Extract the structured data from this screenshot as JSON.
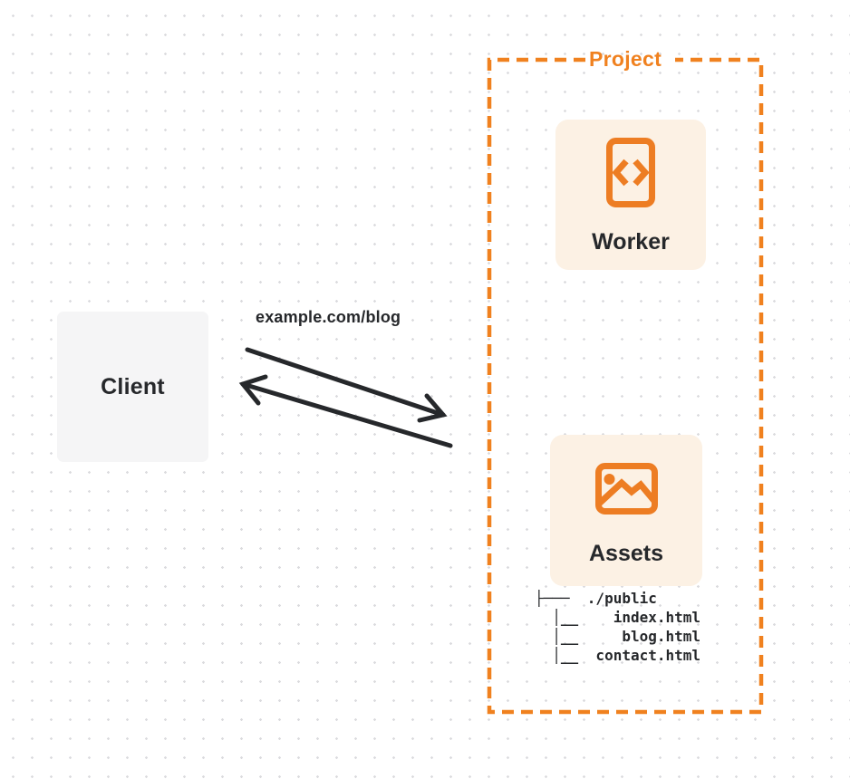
{
  "colors": {
    "accent_orange": "#F0811F",
    "icon_orange": "#ED7D23",
    "card_cream": "#FCF1E4",
    "client_gray": "#F5F5F6",
    "ink": "#26282B",
    "dot_gray": "#DBDBDE"
  },
  "client": {
    "label": "Client"
  },
  "request": {
    "url_label": "example.com/blog"
  },
  "project": {
    "label": "Project",
    "worker": {
      "label": "Worker",
      "icon": "code-file-icon"
    },
    "assets": {
      "label": "Assets",
      "icon": "image-icon",
      "file_tree": [
        "├───  ./public",
        "  │__    index.html",
        "  │__     blog.html",
        "  │__  contact.html"
      ]
    }
  }
}
